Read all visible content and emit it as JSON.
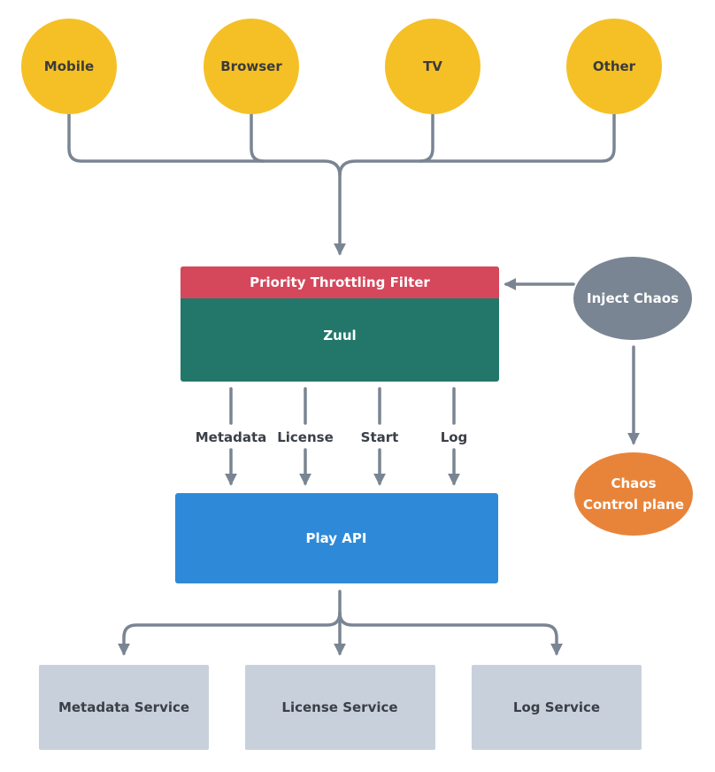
{
  "clients": [
    {
      "name": "client-mobile",
      "label": "Mobile"
    },
    {
      "name": "client-browser",
      "label": "Browser"
    },
    {
      "name": "client-tv",
      "label": "TV"
    },
    {
      "name": "client-other",
      "label": "Other"
    }
  ],
  "gateway": {
    "filter_label": "Priority Throttling Filter",
    "zuul_label": "Zuul"
  },
  "chaos": {
    "inject_label": "Inject Chaos",
    "control_line1": "Chaos",
    "control_line2": "Control plane"
  },
  "request_types": [
    "Metadata",
    "License",
    "Start",
    "Log"
  ],
  "play_api": {
    "label": "Play API"
  },
  "services": [
    {
      "name": "metadata-service",
      "label": "Metadata Service"
    },
    {
      "name": "license-service",
      "label": "License Service"
    },
    {
      "name": "log-service",
      "label": "Log Service"
    }
  ],
  "colors": {
    "client": "#f5c026",
    "filter": "#d5475b",
    "zuul": "#22776a",
    "inject": "#7a8593",
    "control": "#e8843a",
    "play_api": "#2e8ad8",
    "service": "#c8d1db",
    "connector": "#7a8593"
  }
}
